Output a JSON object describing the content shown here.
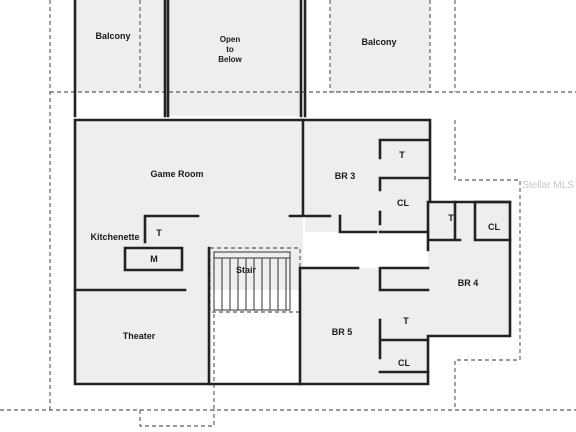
{
  "plan": {
    "rooms": {
      "balcony_left": "Balcony",
      "open_to_below_l1": "Open",
      "open_to_below_l2": "to",
      "open_to_below_l3": "Below",
      "balcony_right": "Balcony",
      "game_room": "Game Room",
      "br3": "BR 3",
      "t_br3": "T",
      "cl_br3": "CL",
      "kitchenette": "Kitchenette",
      "t_kitchenette": "T",
      "m": "M",
      "stair": "Stair",
      "br4": "BR 4",
      "t_br4": "T",
      "cl_br4": "CL",
      "theater": "Theater",
      "br5": "BR 5",
      "t_br5": "T",
      "cl_br5": "CL"
    },
    "watermark": "Stellar MLS"
  }
}
